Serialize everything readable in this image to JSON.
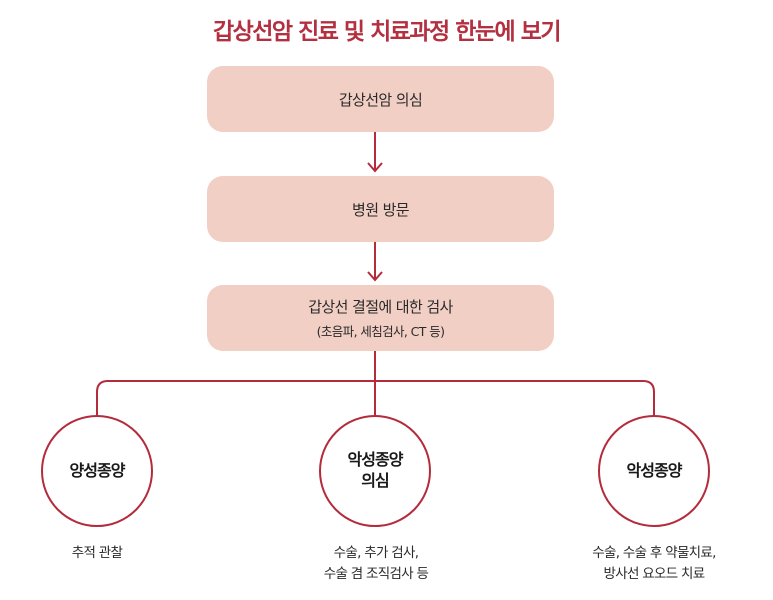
{
  "title": "갑상선암 진료 및 치료과정 한눈에 보기",
  "colors": {
    "accent": "#b42b3c",
    "title": "#b33040",
    "box_fill": "#f2cfc4"
  },
  "steps": [
    {
      "label": "갑상선암 의심",
      "sub": ""
    },
    {
      "label": "병원 방문",
      "sub": ""
    },
    {
      "label": "갑상선 결절에 대한 검사",
      "sub": "(초음파, 세침검사, CT 등)"
    }
  ],
  "outcomes": [
    {
      "line1": "양성종양",
      "line2": "",
      "note1": "추적 관찰",
      "note2": ""
    },
    {
      "line1": "악성종양",
      "line2": "의심",
      "note1": "수술, 추가 검사,",
      "note2": "수술 겸 조직검사 등"
    },
    {
      "line1": "악성종양",
      "line2": "",
      "note1": "수술, 수술 후 약물치료,",
      "note2": "방사선 요오드 치료"
    }
  ]
}
